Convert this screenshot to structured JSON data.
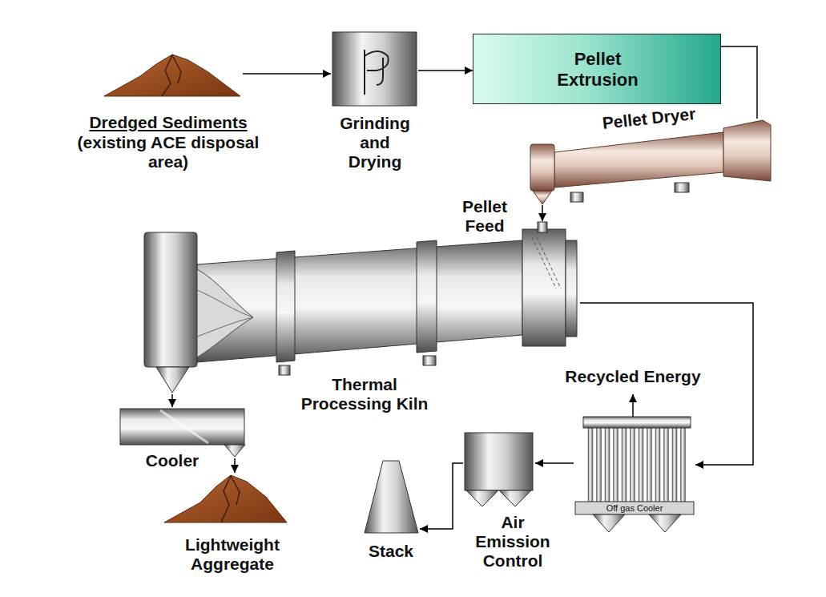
{
  "diagram": {
    "nodes": [
      {
        "text": [
          "Dredged Sediments",
          "(existing ACE disposal area)"
        ]
      },
      {
        "text": [
          "Grinding and Drying"
        ]
      },
      {
        "text": [
          "Pellet Extrusion"
        ]
      },
      {
        "text": [
          "Pellet Dryer"
        ]
      },
      {
        "text": [
          "Thermal Processing Kiln"
        ]
      },
      {
        "text": [
          "Off gas Cooler"
        ]
      },
      {
        "text": [
          "Air Emission Control"
        ]
      },
      {
        "text": [
          "Stack"
        ]
      },
      {
        "text": [
          "Cooler"
        ]
      },
      {
        "text": [
          "Lightweight Aggregate"
        ]
      }
    ],
    "edges": [
      {
        "from": 0,
        "to": 1,
        "arrow": "to"
      },
      {
        "from": 1,
        "to": 2,
        "arrow": "to"
      },
      {
        "from": 2,
        "to": 3,
        "arrow": "none"
      },
      {
        "from": 3,
        "to": 4,
        "arrow": "to"
      },
      {
        "from": 4,
        "to": 5,
        "arrow": "to"
      },
      {
        "from": 5,
        "to": 6,
        "arrow": "to"
      },
      {
        "from": 6,
        "to": 7,
        "arrow": "to"
      },
      {
        "from": 4,
        "to": 8,
        "arrow": "to"
      },
      {
        "from": 8,
        "to": 9,
        "arrow": "to"
      }
    ],
    "labels": [
      "Pellet Feed",
      "Recycled Energy"
    ]
  }
}
